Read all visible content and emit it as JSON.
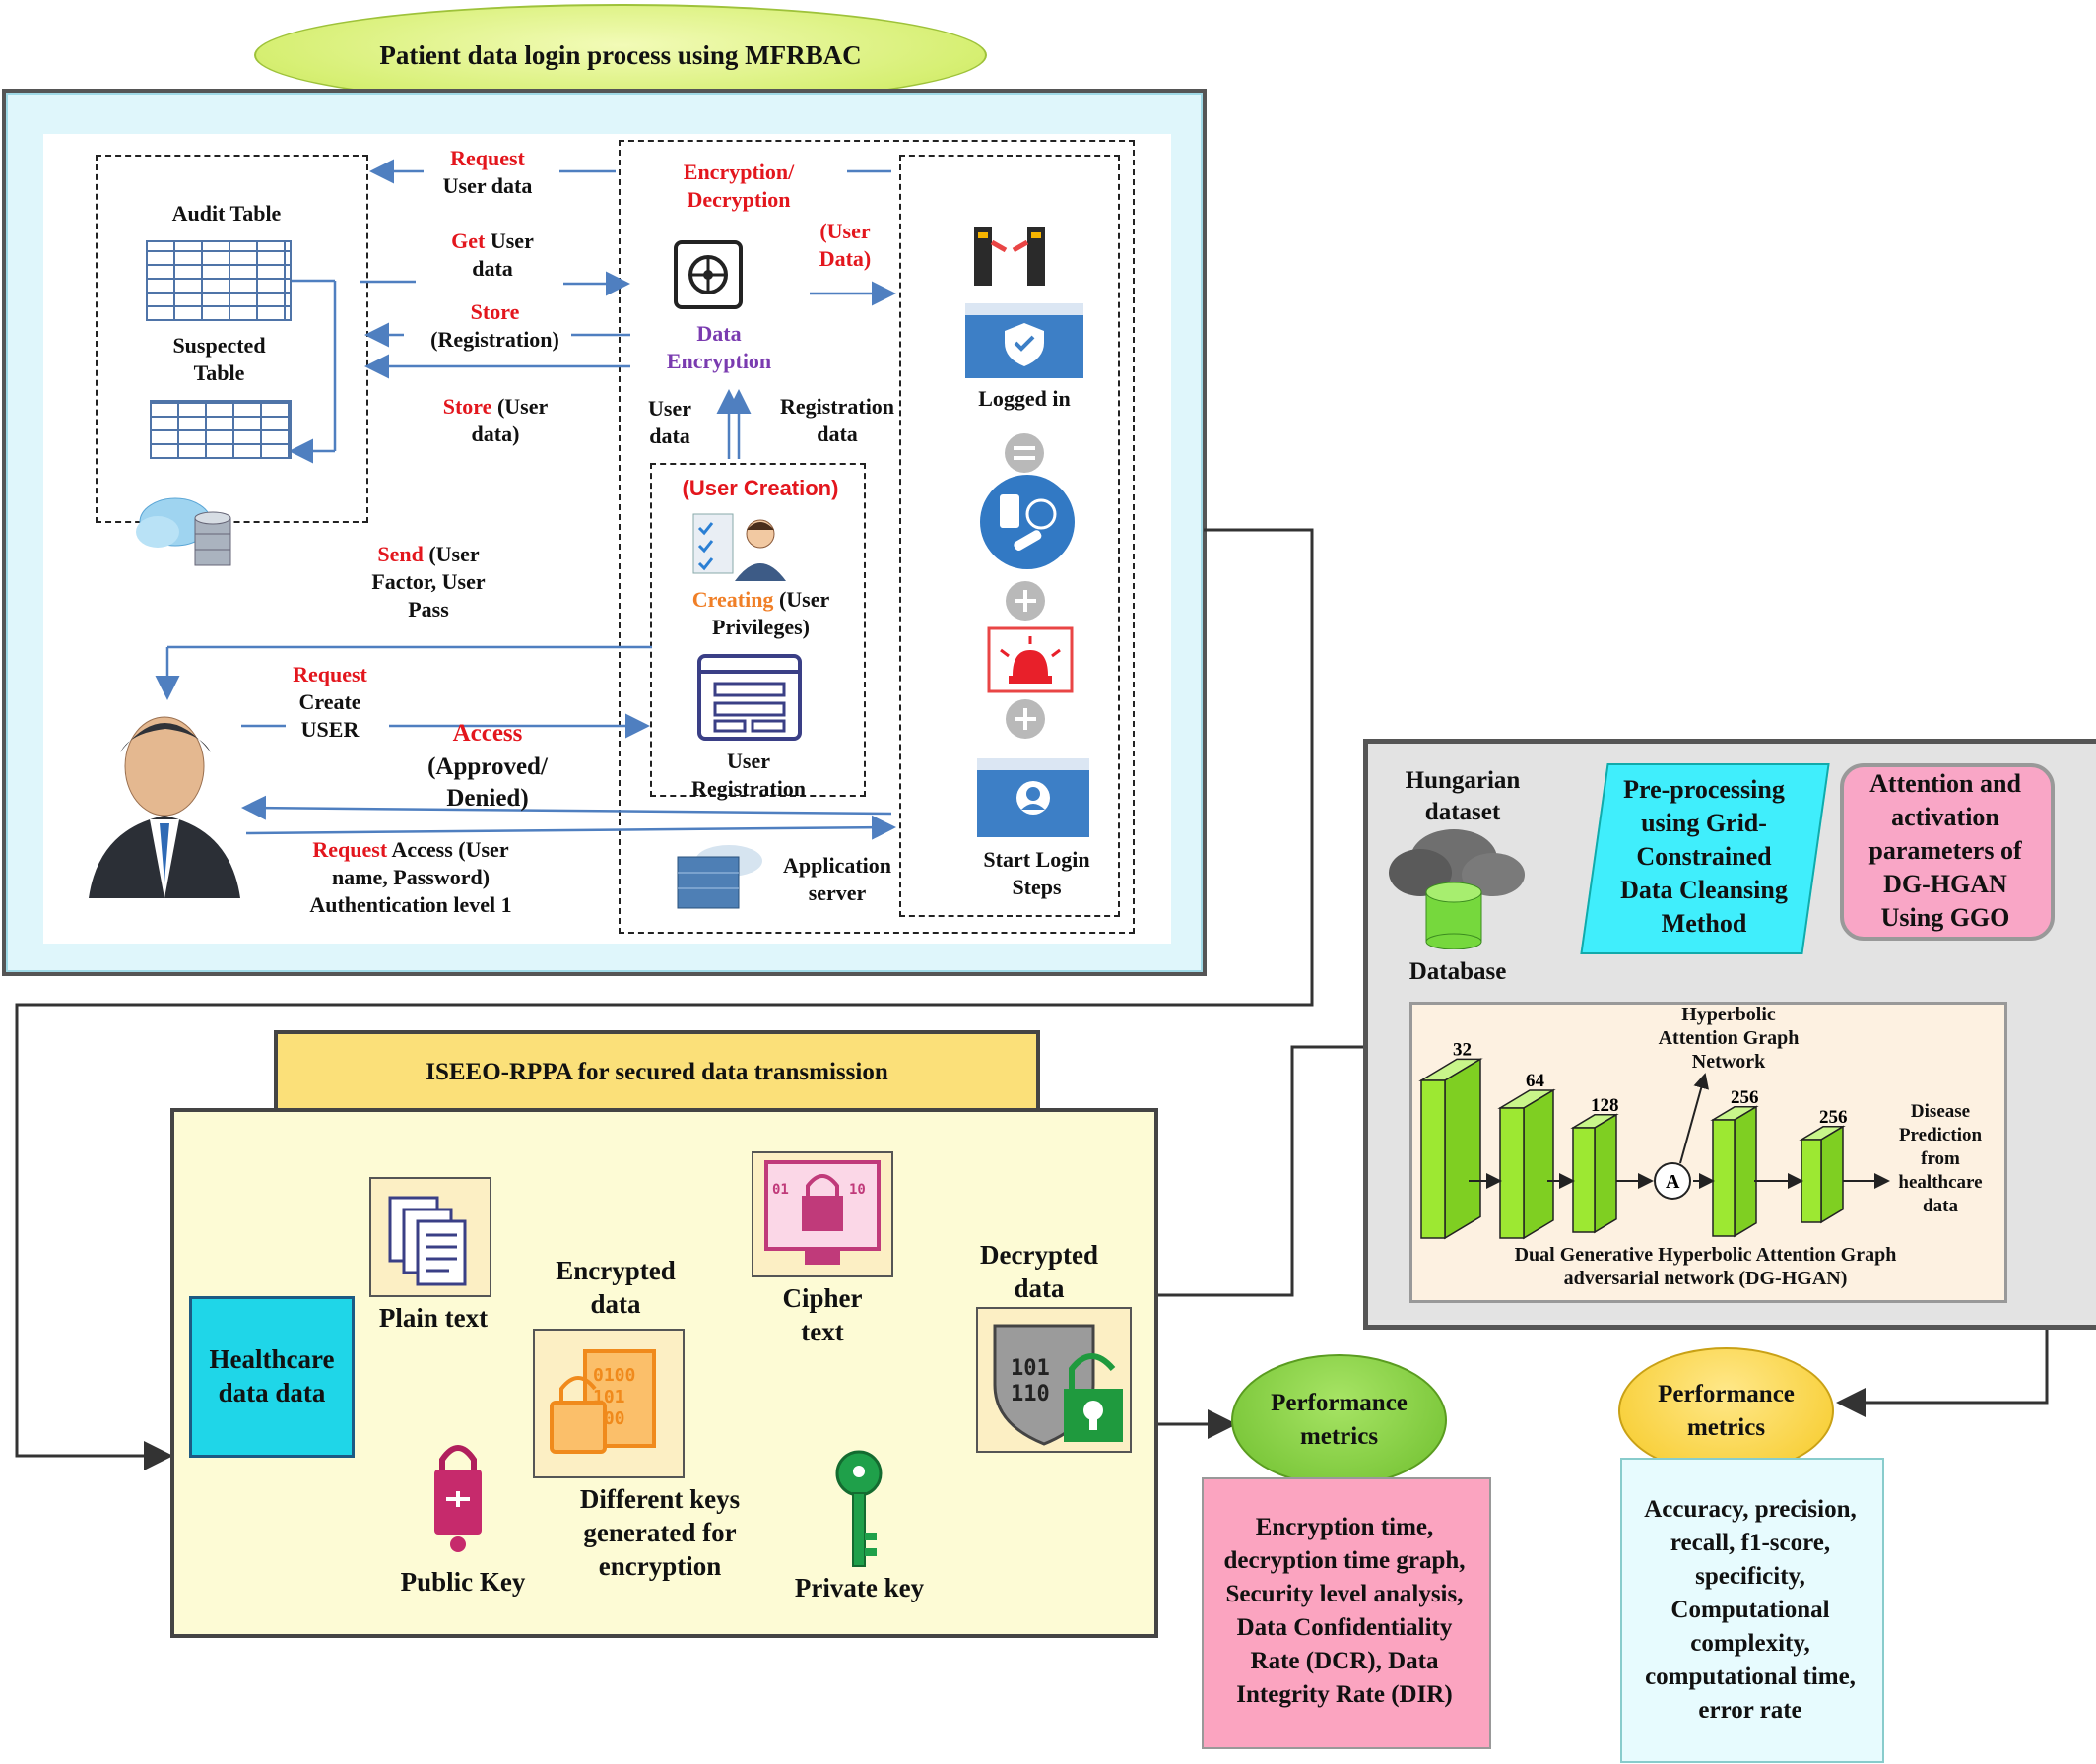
{
  "top": {
    "title": "Patient data login process using MFRBAC",
    "request_user_data_1": "Request",
    "request_user_data_2": "User data",
    "enc_dec_1": "Encryption/",
    "enc_dec_2": "Decryption",
    "audit_table": "Audit Table",
    "suspected_1": "Suspected",
    "suspected_2": "Table",
    "get_1a": "Get",
    "get_1b": " User",
    "get_2": "data",
    "store_1": "Store",
    "store_2": "(Registration)",
    "store_user_1a": "Store",
    "store_user_1b": " (User",
    "store_user_2": "data)",
    "user_data_paren_1": "(User",
    "user_data_paren_2": "Data)",
    "data_enc_1": "Data",
    "data_enc_2": "Encryption",
    "user_data_1": "User",
    "user_data_2": "data",
    "reg_data_1": "Registration",
    "reg_data_2": "data",
    "logged_in": "Logged in",
    "user_creation": "(User Creation)",
    "creating_a": "Creating",
    "creating_b": " (User",
    "creating_2": "Privileges)",
    "send_1a": "Send",
    "send_1b": " (User",
    "send_2": "Factor, User",
    "send_3": "Pass",
    "req_create_1": "Request",
    "req_create_2": "Create",
    "req_create_3": "USER",
    "access_1": "Access",
    "access_2": "(Approved/",
    "access_3": "Denied)",
    "user_reg_1": "User",
    "user_reg_2": "Registration",
    "req_access_1a": "Request",
    "req_access_1b": " Access (User",
    "req_access_2": "name, Password)",
    "req_access_3": "Authentication level 1",
    "app_server_1": "Application",
    "app_server_2": "server",
    "start_login_1": "Start Login",
    "start_login_2": "Steps"
  },
  "bottom": {
    "bar_title": "ISEEO-RPPA for secured data transmission",
    "healthcare_1": "Healthcare",
    "healthcare_2": "data data",
    "plain_text": "Plain text",
    "encrypted_1": "Encrypted",
    "encrypted_2": "data",
    "cipher_1": "Cipher",
    "cipher_2": "text",
    "decrypted_1": "Decrypted",
    "decrypted_2": "data",
    "public_key": "Public Key",
    "diff_keys_1": "Different keys",
    "diff_keys_2": "generated for",
    "diff_keys_3": "encryption",
    "private_key": "Private key"
  },
  "right": {
    "hungarian_1": "Hungarian",
    "hungarian_2": "dataset",
    "database": "Database",
    "preproc_1": "Pre-processing",
    "preproc_2": "using Grid-",
    "preproc_3": "Constrained",
    "preproc_4": "Data Cleansing",
    "preproc_5": "Method",
    "attn_1": "Attention and",
    "attn_2": "activation",
    "attn_3": "parameters of",
    "attn_4": "DG-HGAN",
    "attn_5": "Using GGO",
    "hagn_1": "Hyperbolic",
    "hagn_2": "Attention Graph",
    "hagn_3": "Network",
    "layers": [
      "32",
      "64",
      "128",
      "256",
      "256"
    ],
    "a_node": "A",
    "disease_1": "Disease",
    "disease_2": "Prediction",
    "disease_3": "from",
    "disease_4": "healthcare",
    "disease_5": "data",
    "dg_1": "Dual Generative Hyperbolic Attention Graph",
    "dg_2": "adversarial network (DG-HGAN)"
  },
  "perf_left": {
    "label_1": "Performance",
    "label_2": "metrics",
    "m1": "Encryption time,",
    "m2": "decryption time graph,",
    "m3": "Security level analysis,",
    "m4": "Data Confidentiality",
    "m5": "Rate (DCR), Data",
    "m6": "Integrity Rate (DIR)"
  },
  "perf_right": {
    "label_1": "Performance",
    "label_2": "metrics",
    "m1": "Accuracy, precision,",
    "m2": "recall, f1-score,",
    "m3": "specificity,",
    "m4": "Computational",
    "m5": "complexity,",
    "m6": "computational time,",
    "m7": "error rate"
  },
  "colors": {
    "arrow_blue": "#4f7fc0",
    "red_text": "#e3161d",
    "purple_text": "#7a3bb0",
    "orange_text": "#f07f27",
    "cyan_box": "#1fd6e8",
    "yellow_panel": "#fdfbd5",
    "layer_green": "#9de832"
  }
}
